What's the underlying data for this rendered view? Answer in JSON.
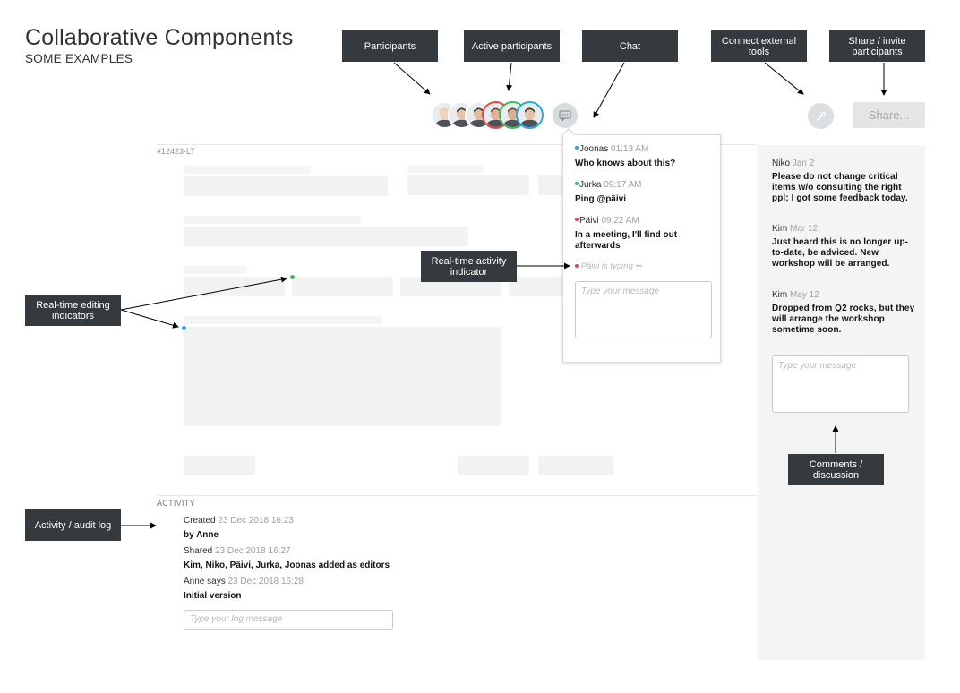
{
  "header": {
    "title": "Collaborative Components",
    "subtitle": "SOME EXAMPLES"
  },
  "callouts": {
    "participants": "Participants",
    "active_participants": "Active participants",
    "chat": "Chat",
    "connect_tools": "Connect external tools",
    "share_invite": "Share / invite participants",
    "realtime_editing": "Real-time editing indicators",
    "realtime_activity": "Real-time activity indicator",
    "comments": "Comments / discussion",
    "activity_log": "Activity / audit log"
  },
  "toolbar": {
    "share_label": "Share...",
    "chat_icon": "chat-bubble-icon",
    "tools_icon": "wrench-icon"
  },
  "participants": [
    {
      "name": "participant-1",
      "hair": "#e8d6a0",
      "skin": "#f1d3bd",
      "ring": "#ffffff"
    },
    {
      "name": "participant-2",
      "hair": "#3a3330",
      "skin": "#e6c2a9",
      "ring": "#ffffff"
    },
    {
      "name": "participant-3",
      "hair": "#4a3c33",
      "skin": "#e2b99b",
      "ring": "#ffffff"
    },
    {
      "name": "participant-4",
      "hair": "#6b4b3a",
      "skin": "#e0b396",
      "ring": "#e24b4b"
    },
    {
      "name": "participant-5",
      "hair": "#5a4a3c",
      "skin": "#d9ad8f",
      "ring": "#3dba5e"
    },
    {
      "name": "participant-6",
      "hair": "#3b342f",
      "skin": "#e5c2a6",
      "ring": "#2aa6e0"
    }
  ],
  "document": {
    "id": "#12423-LT"
  },
  "chat": {
    "messages": [
      {
        "author": "Joonas",
        "time": "01:13 AM",
        "text": "Who knows about this?",
        "color": "#2aa6e0"
      },
      {
        "author": "Jurka",
        "time": "09:17 AM",
        "text": "Ping @päivi",
        "color": "#3dba5e"
      },
      {
        "author": "Päivi",
        "time": "09:22 AM",
        "text": "In a meeting, I'll find out afterwards",
        "color": "#e24b4b"
      }
    ],
    "typing": "Päivi is typing",
    "placeholder": "Type your message"
  },
  "comments": {
    "items": [
      {
        "author": "Niko",
        "date": "Jan 2",
        "text": "Please do not change critical items w/o consulting the right ppl; I got some feedback today."
      },
      {
        "author": "Kim",
        "date": "Mar 12",
        "text": "Just heard this is no longer up-to-date, be adviced. New workshop will be arranged."
      },
      {
        "author": "Kim",
        "date": "May 12",
        "text": "Dropped from Q2 rocks, but they will arrange the workshop sometime soon."
      }
    ],
    "placeholder": "Type your message"
  },
  "activity": {
    "label": "ACTIVITY",
    "items": [
      {
        "head": "Created",
        "ts": "23 Dec 2018 16:23",
        "body": "by Anne"
      },
      {
        "head": "Shared",
        "ts": "23 Dec 2018 16:27",
        "body": "Kim, Niko, Päivi, Jurka, Joonas added as editors"
      },
      {
        "head": "Anne says",
        "ts": "23 Dec 2018 16:28",
        "body": "Initial version"
      }
    ],
    "placeholder": "Type your log message"
  },
  "colors": {
    "callout_bg": "#343a3e",
    "editing_green": "#3dba5e",
    "editing_blue": "#2aa6e0",
    "typing_red": "#e24b4b"
  }
}
